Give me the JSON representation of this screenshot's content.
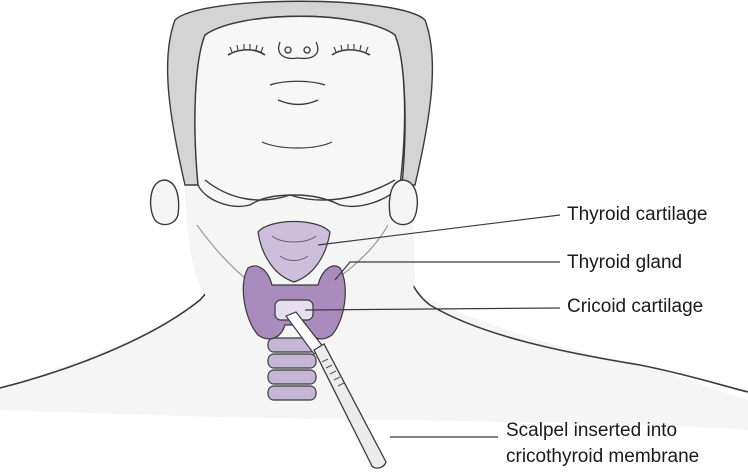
{
  "labels": {
    "thyroid_cartilage": "Thyroid cartilage",
    "thyroid_gland": "Thyroid gland",
    "cricoid_cartilage": "Cricoid cartilage",
    "scalpel_line1": "Scalpel inserted into",
    "scalpel_line2": "cricothyroid membrane"
  },
  "colors": {
    "hair": "#d4d4d4",
    "skin": "#f5f5f5",
    "outline": "#3a3a3a",
    "gland": "#a98bbd",
    "cartilage": "#cdbfdb",
    "trachea": "#c6b6d6",
    "scalpel": "#e8e8e8"
  }
}
